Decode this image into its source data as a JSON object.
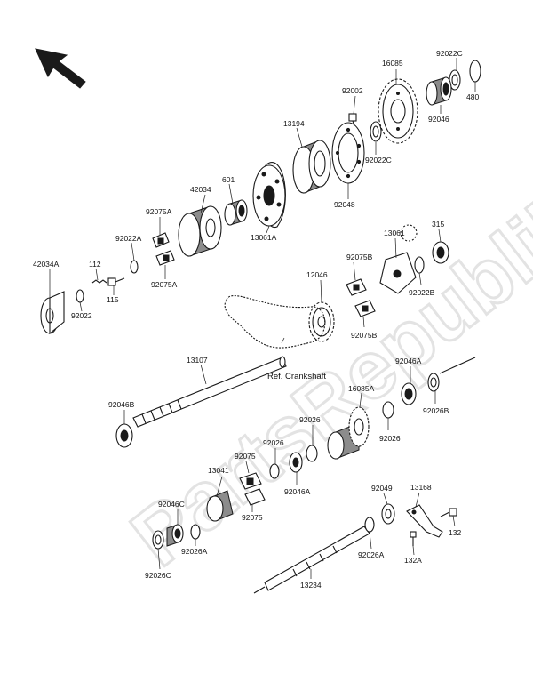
{
  "watermark": "PartsRepublik",
  "reference_label": "Ref. Crankshaft",
  "part_labels": {
    "p16085": "16085",
    "p92022C_top": "92022C",
    "p92002": "92002",
    "p480": "480",
    "p92046_top": "92046",
    "p13194": "13194",
    "p92022C_mid": "92022C",
    "p92048": "92048",
    "p42034": "42034",
    "p601": "601",
    "p13061A": "13061A",
    "p92075A_top": "92075A",
    "p92022A": "92022A",
    "p92075A_bot": "92075A",
    "p42034A": "42034A",
    "p112": "112",
    "p115": "115",
    "p92022": "92022",
    "p13061": "13061",
    "p315": "315",
    "p92075B_top": "92075B",
    "p12046": "12046",
    "p92022B": "92022B",
    "p92075B_bot": "92075B",
    "p13107": "13107",
    "p92046A_top": "92046A",
    "p92046B": "92046B",
    "p16085A": "16085A",
    "p92026B": "92026B",
    "p92026_a": "92026",
    "p92026_b": "92026",
    "p92026_c": "92026",
    "p92075_top": "92075",
    "p92075_bot": "92075",
    "p13041": "13041",
    "p92046A_bot": "92046A",
    "p92049": "92049",
    "p13168": "13168",
    "p92046C": "92046C",
    "p92026A_left": "92026A",
    "p92026A_right": "92026A",
    "p132": "132",
    "p132A": "132A",
    "p92026C": "92026C",
    "p13234": "13234"
  }
}
